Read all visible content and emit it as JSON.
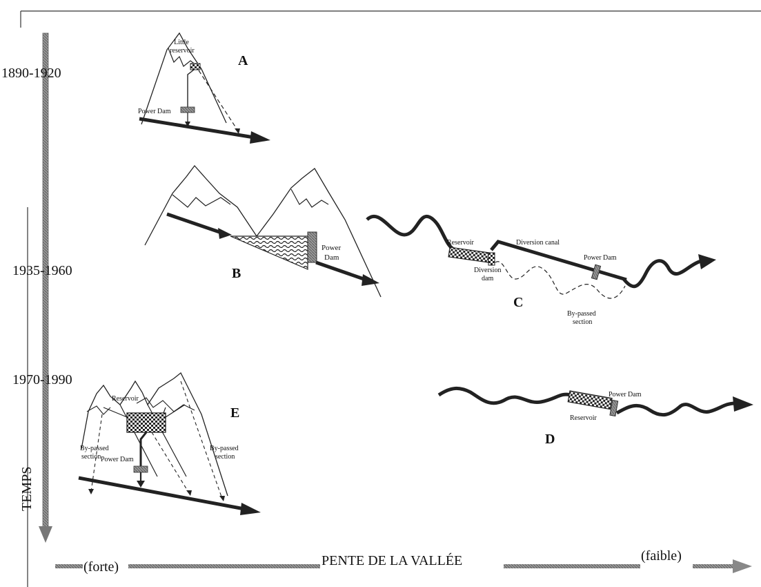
{
  "time_axis": {
    "label": "TEMPS",
    "periods": [
      "1890-1920",
      "1935-1960",
      "1970-1990"
    ]
  },
  "slope_axis": {
    "label": "PENTE DE LA VALLÉE",
    "left_label": "(forte)",
    "right_label": "(faible)"
  },
  "panels": {
    "A": {
      "letter": "A",
      "reservoir": "Little reservoir",
      "dam": "Power Dam"
    },
    "B": {
      "letter": "B",
      "dam": "Power Dam"
    },
    "C": {
      "letter": "C",
      "reservoir": "Reservoir",
      "diversion_dam": "Diversion dam",
      "canal": "Diversion canal",
      "dam": "Power Dam",
      "bypassed": "By-passed section"
    },
    "D": {
      "letter": "D",
      "dam": "Power Dam",
      "reservoir": "Reservoir"
    },
    "E": {
      "letter": "E",
      "reservoir": "Reservoir",
      "dam": "Power Dam",
      "bypassed_left": "By-passed section",
      "bypassed_right": "By-passed section"
    }
  },
  "colors": {
    "ink": "#222222",
    "axis_gray": "#777777",
    "dam_fill": "#8a8a8a"
  }
}
